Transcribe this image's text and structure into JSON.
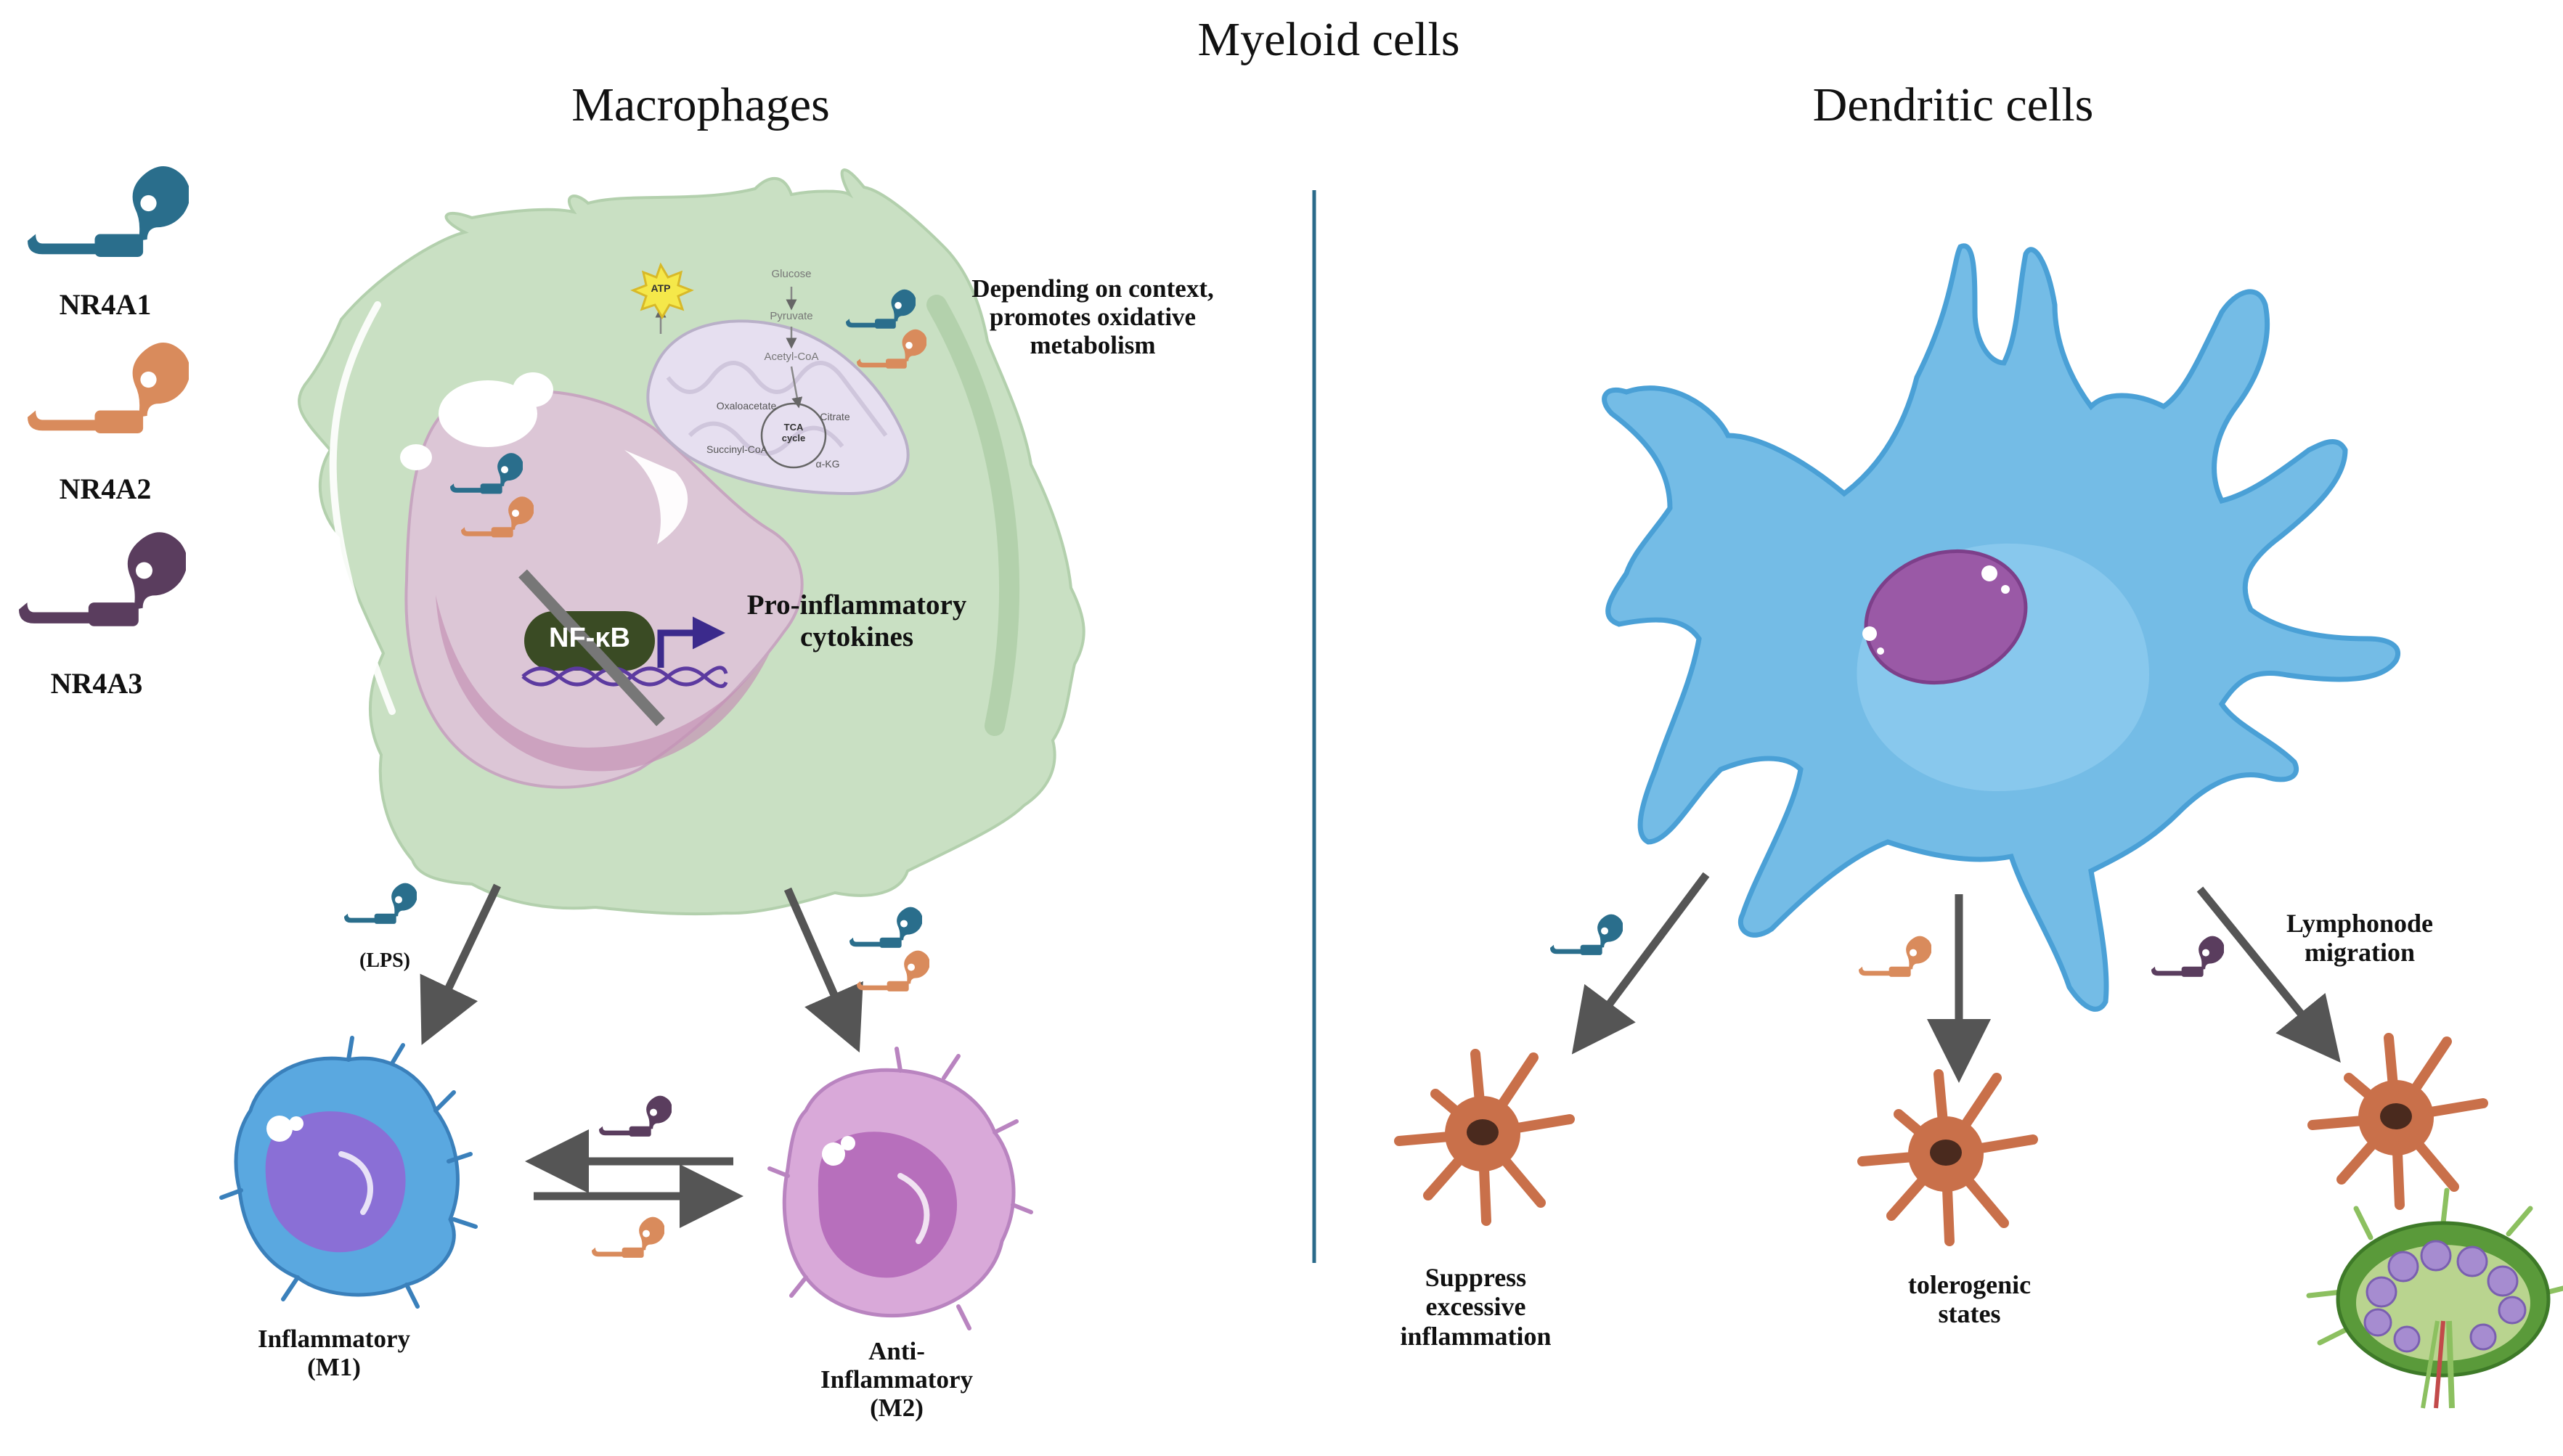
{
  "titles": {
    "main": "Myeloid cells",
    "left": "Macrophages",
    "right": "Dendritic cells"
  },
  "legend": [
    {
      "name": "NR4A1",
      "color": "#2a6e8c"
    },
    {
      "name": "NR4A2",
      "color": "#d98b5c"
    },
    {
      "name": "NR4A3",
      "color": "#5a3d5e"
    }
  ],
  "macrophage": {
    "nfkb_label": "NF-κB",
    "cytokines_label": "Pro-inflammatory\ncytokines",
    "metabolism_label": "Depending on context,\npromotes oxidative\nmetabolism",
    "atp_label": "ATP",
    "metabolites": {
      "glucose": "Glucose",
      "pyruvate": "Pyruvate",
      "acetyl_coa": "Acetyl-CoA",
      "oxaloacetate": "Oxaloacetate",
      "citrate": "Citrate",
      "tca": "TCA\ncycle",
      "succinyl_coa": "Succinyl-CoA",
      "akg": "α-KG"
    },
    "lps_label": "(LPS)",
    "m1_label": "Inflammatory\n(M1)",
    "m2_label": "Anti-\nInflammatory\n(M2)"
  },
  "dendritic": {
    "outcomes": [
      {
        "label": "Suppress\nexcessive\ninflammation"
      },
      {
        "label": "tolerogenic\nstates"
      },
      {
        "label": "Lymphonode\nmigration"
      }
    ]
  },
  "colors": {
    "macrophage_cytoplasm": "#c9e0c3",
    "macrophage_nucleus": "#dcc6d6",
    "mitochondrion": "#e6dff0",
    "dc_body": "#74bce6",
    "dc_nucleus": "#9a59a6",
    "m1_cell": "#5aa8e0",
    "m2_cell": "#d9a9d9",
    "dc_small": "#c9704a",
    "arrow": "#555555",
    "divider": "#2a6a8a",
    "nfkb_pill": "#3a4b24"
  }
}
